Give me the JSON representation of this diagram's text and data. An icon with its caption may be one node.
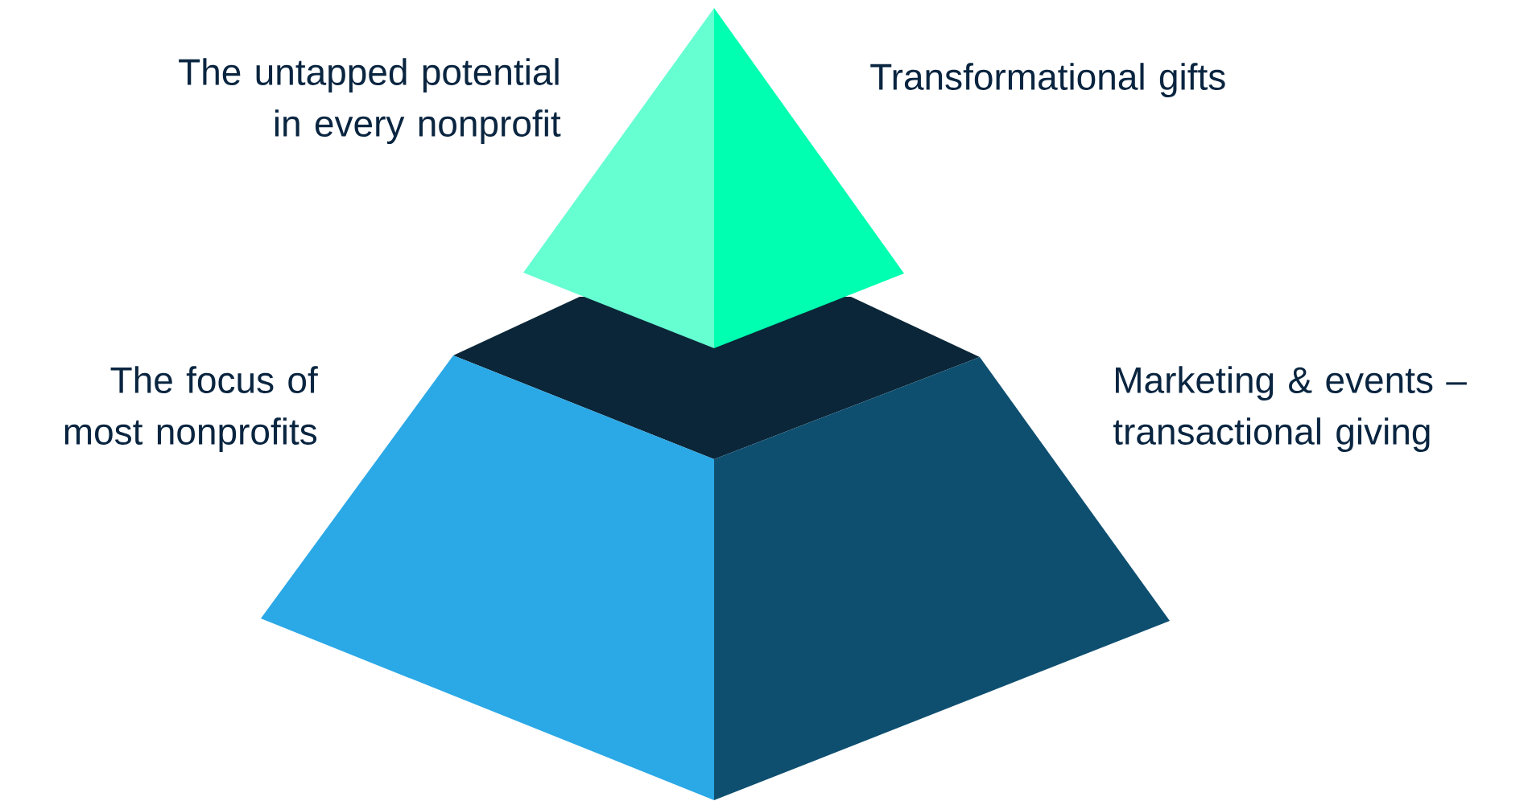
{
  "diagram": {
    "labels": [
      "The untapped potential in every nonprofit",
      "Transformational gifts",
      "The focus of most nonprofits",
      "Marketing & events – transactional giving"
    ]
  }
}
